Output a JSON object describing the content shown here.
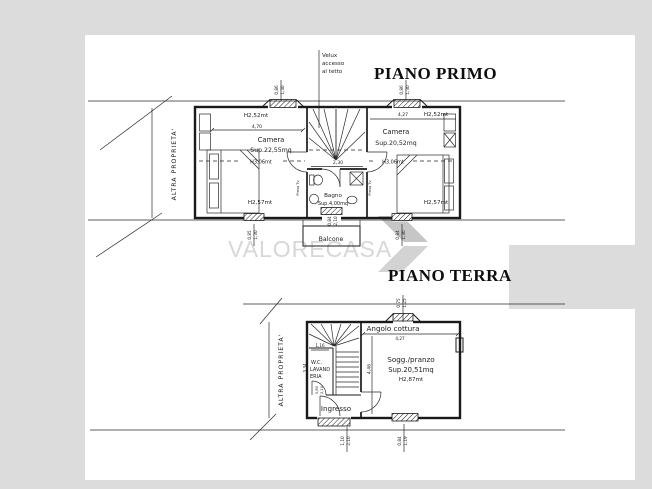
{
  "colors": {
    "canvas": "#dcdcdc",
    "paper": "#ffffff",
    "line": "#1a1a1a",
    "watermark": "#d7d7d7",
    "logo_gray": "#c8c8c8"
  },
  "watermark": {
    "text": "VALORECASA",
    "logo": "chevron-arrow-icon"
  },
  "piano_primo": {
    "title": "PIANO PRIMO",
    "velux_note": {
      "l1": "Velux",
      "l2": "accesso",
      "l3": "al tetto"
    },
    "altra_proprieta": "ALTRA PROPRIETA'",
    "camera_sx": {
      "name": "Camera",
      "area": "Sup.22,55mq",
      "width": "4,70",
      "h1": "H2,52mt",
      "h2": "H3,06mt",
      "h3": "H2,57mt"
    },
    "camera_dx": {
      "name": "Camera",
      "area": "Sup.20,52mq",
      "width": "4,27",
      "h1": "H2,52mt",
      "h2": "H3,06mt",
      "h3": "H2,57mt"
    },
    "bagno": {
      "name": "Bagno",
      "area": "Sup.4,00mq",
      "width": "2,30"
    },
    "balcone": {
      "name": "Balcone"
    },
    "tv_note": "Presa Tv",
    "openings": {
      "win_top_sx": [
        "0,86",
        "1,30"
      ],
      "win_top_dx": [
        "0,86",
        "1,30"
      ],
      "win_bottom_sx": [
        "0,85",
        "1,30"
      ],
      "win_bottom_dx": [
        "0,84",
        "1,30"
      ],
      "porta_balcone": [
        "0,84",
        "2,10"
      ]
    }
  },
  "piano_terra": {
    "title": "PIANO TERRA",
    "altra_proprieta": "ALTRA PROPRIETA'",
    "angolo_cottura": {
      "name": "Angolo cottura",
      "width": "4,27"
    },
    "soggiorno": {
      "name": "Sogg./pranzo",
      "area": "Sup.20,51mq",
      "height": "H2,87mt",
      "depth": "4,46"
    },
    "wc_lavanderia": {
      "l1": "W.C.",
      "l2": "LAVAND",
      "l3": "ERIA",
      "width": "1,16",
      "depth": "3,34"
    },
    "ingresso": {
      "name": "Ingresso"
    },
    "openings": {
      "win_top": [
        "0,75",
        "1,25"
      ],
      "porta_ingresso": [
        "1,10",
        "2,10"
      ],
      "win_bottom": [
        "0,84",
        "1,19"
      ],
      "porta_wc": [
        "0,80",
        "2,10"
      ]
    }
  }
}
